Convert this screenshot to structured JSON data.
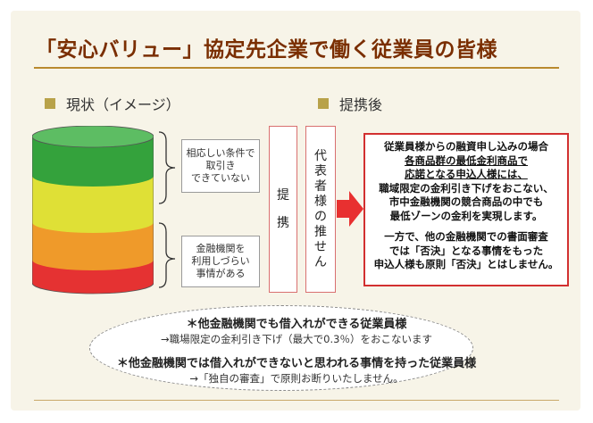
{
  "title": "「安心バリュー」協定先企業で働く従業員の皆様",
  "left_heading": "現状（イメージ）",
  "right_heading": "提携後",
  "box_top": [
    "相応しい条件で",
    "取引き",
    "できていない"
  ],
  "box_bottom": [
    "金融機関を",
    "利用しづらい",
    "事情がある"
  ],
  "teikei": [
    "提",
    "携"
  ],
  "suisen": [
    "代",
    "表",
    "者",
    "様",
    "の",
    "推",
    "せ",
    "ん"
  ],
  "result": {
    "lines_a": [
      "従業員様からの融資申し込みの場合",
      "各商品群の最低金利商品で",
      "応諾となる申込人様には、",
      "職域限定の金利引き下げをおこない、",
      "市中金融機関の競合商品の中でも",
      "最低ゾーンの金利を実現します。"
    ],
    "lines_b": [
      "一方で、他の金融機関での書面審査",
      "では「否決」となる事情をもった",
      "申込人様も原則「否決」とはしません。"
    ]
  },
  "notes": {
    "line1_bold": "＊他金融機関でも借入れができる従業員様",
    "line1_sub": "→職場限定の金利引き下げ（最大で0.3％）をおこないます",
    "line2_bold": "＊他金融機関では借入れができないと思われる事情を持った従業員様",
    "line2_sub": "→「独自の審査」で原則お断りいたしません。"
  },
  "colors": {
    "title": "#7a2e00",
    "green": "#34a23c",
    "yellow": "#dfe036",
    "orange": "#ef9a2a",
    "red": "#e53232",
    "arrow": "#e83030"
  }
}
